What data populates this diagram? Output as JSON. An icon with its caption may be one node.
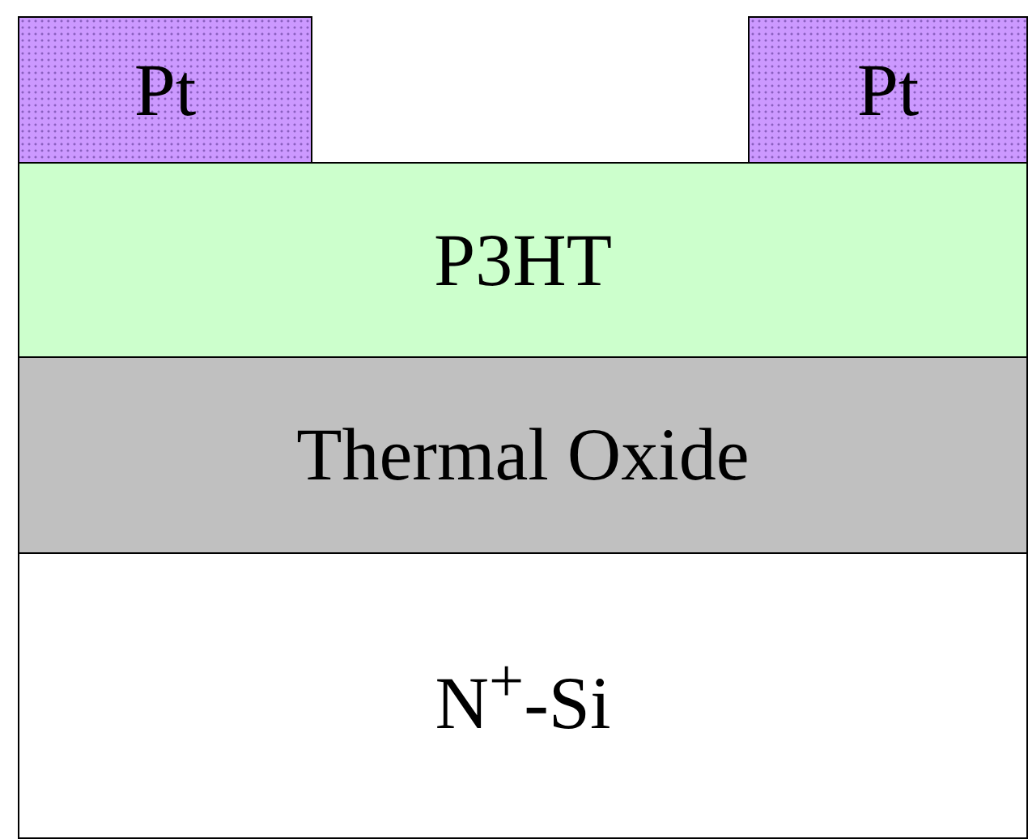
{
  "diagram": {
    "nodes": [
      {
        "text": [
          "Pt"
        ]
      },
      {
        "text": [
          "Pt"
        ]
      },
      {
        "text": [
          "P3HT"
        ]
      },
      {
        "text": [
          "Thermal Oxide"
        ]
      },
      {
        "text": [
          "N$^{+}$-Si"
        ]
      }
    ]
  }
}
